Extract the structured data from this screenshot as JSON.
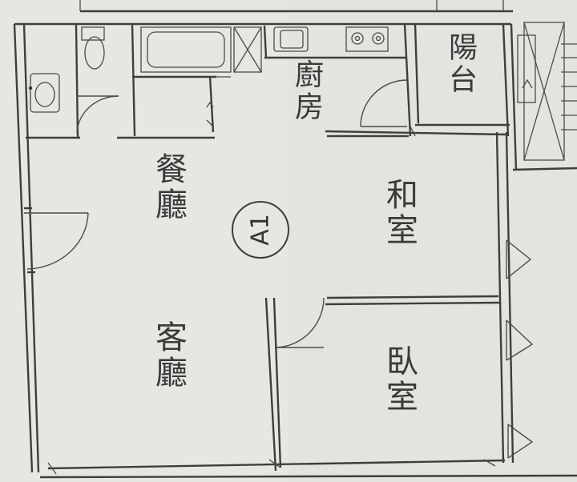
{
  "floor_plan": {
    "unit_code": "A1",
    "rooms": {
      "dining": "餐廳",
      "living": "客廳",
      "kitchen": "廚房",
      "balcony": "陽台",
      "japanese_room": "和室",
      "bedroom": "臥室"
    }
  }
}
